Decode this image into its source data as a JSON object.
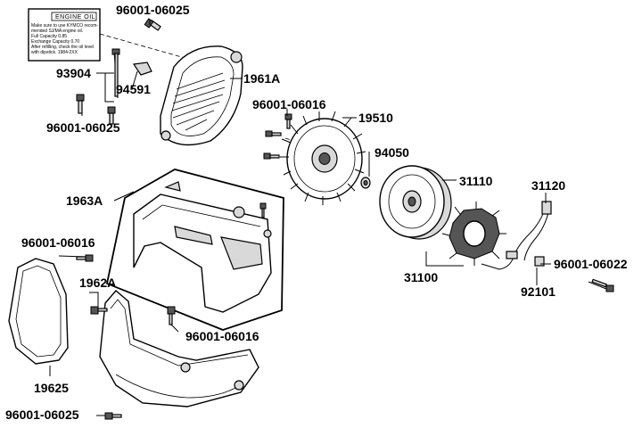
{
  "diagram": {
    "label_plate": {
      "heading": "ENGINE OIL",
      "lines": [
        "Make sure to use KYMCO recom-",
        "mended SJ/MA engine oil.",
        "Full Capacity       0.85",
        "Exchange Capacity   0.70",
        "After refilling, check the oil level",
        "with dipstick.          1984-2XX"
      ]
    },
    "part_numbers": [
      {
        "id": "bolt-top",
        "text": "96001-06025"
      },
      {
        "id": "bolt-left",
        "text": "93904"
      },
      {
        "id": "clip",
        "text": "94591"
      },
      {
        "id": "bolt-left-lower",
        "text": "96001-06025"
      },
      {
        "id": "fan-cover",
        "text": "1961A"
      },
      {
        "id": "bolt-fan",
        "text": "96001-06016"
      },
      {
        "id": "fan",
        "text": "19510"
      },
      {
        "id": "nut",
        "text": "94050"
      },
      {
        "id": "flywheel",
        "text": "31110"
      },
      {
        "id": "pulser",
        "text": "31120"
      },
      {
        "id": "shroud-a",
        "text": "1963A"
      },
      {
        "id": "bolt-shroud-left",
        "text": "96001-06016"
      },
      {
        "id": "shroud-b",
        "text": "1962A"
      },
      {
        "id": "bolt-shroud",
        "text": "96001-06016"
      },
      {
        "id": "gasket",
        "text": "19625"
      },
      {
        "id": "bolt-bottom",
        "text": "96001-06025"
      },
      {
        "id": "magneto",
        "text": "31100"
      },
      {
        "id": "bolt-right",
        "text": "96001-06022"
      },
      {
        "id": "clamp",
        "text": "92101"
      }
    ]
  }
}
